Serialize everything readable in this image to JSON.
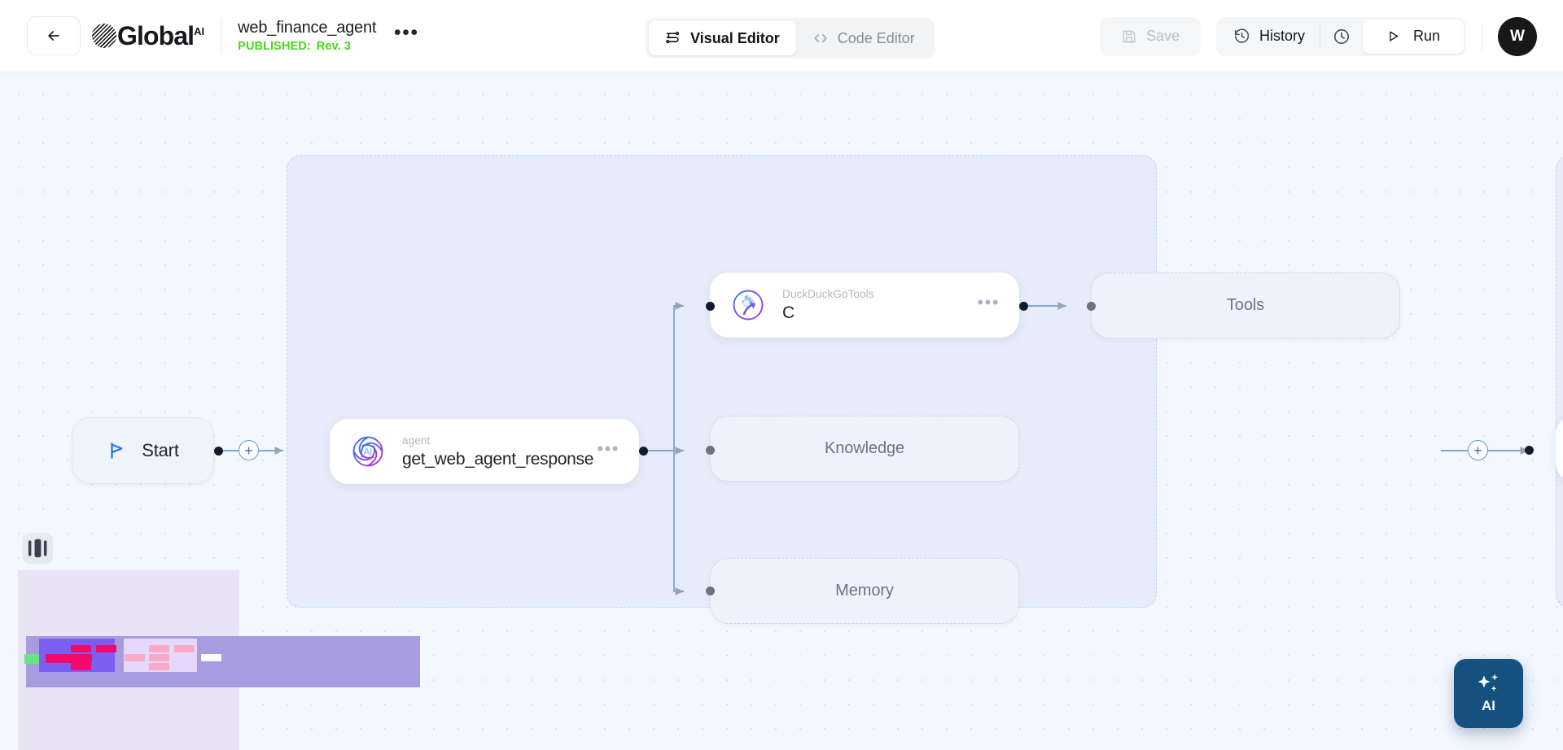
{
  "topbar": {
    "back_icon": "arrow-left-icon",
    "brand_name": "Global",
    "brand_sup": "AI",
    "doc_title": "web_finance_agent",
    "status_label": "PUBLISHED:",
    "revision": "Rev. 3",
    "more_glyph": "•••",
    "status_color": "#46d916",
    "tabs": [
      {
        "label": "Visual Editor",
        "icon": "flow-icon",
        "active": true
      },
      {
        "label": "Code Editor",
        "icon": "code-brackets-icon",
        "active": false
      }
    ],
    "save_label": "Save",
    "save_icon": "floppy-disk-icon",
    "history_label": "History",
    "history_icon": "history-clock-icon",
    "clock_icon": "clock-icon",
    "run_label": "Run",
    "run_icon": "play-triangle-icon",
    "avatar_initial": "W"
  },
  "canvas": {
    "nodes": {
      "start": {
        "label": "Start",
        "icon": "flag-play-icon"
      },
      "agent": {
        "kind": "agent",
        "name": "get_web_agent_response",
        "icon": "ai-swirl-icon",
        "menu": "•••"
      },
      "tool": {
        "kind": "DuckDuckGoTools",
        "name": "C",
        "icon": "gear-arrow-icon",
        "menu": "•••"
      },
      "tools_placeholder": {
        "label": "Tools"
      },
      "knowledge_placeholder": {
        "label": "Knowledge"
      },
      "memory_placeholder": {
        "label": "Memory"
      }
    },
    "plus_glyph": "+",
    "minimap_toggle_icon": "panel-layout-icon"
  },
  "fab": {
    "label": "AI",
    "icon": "sparkles-icon",
    "color": "#14517f"
  }
}
